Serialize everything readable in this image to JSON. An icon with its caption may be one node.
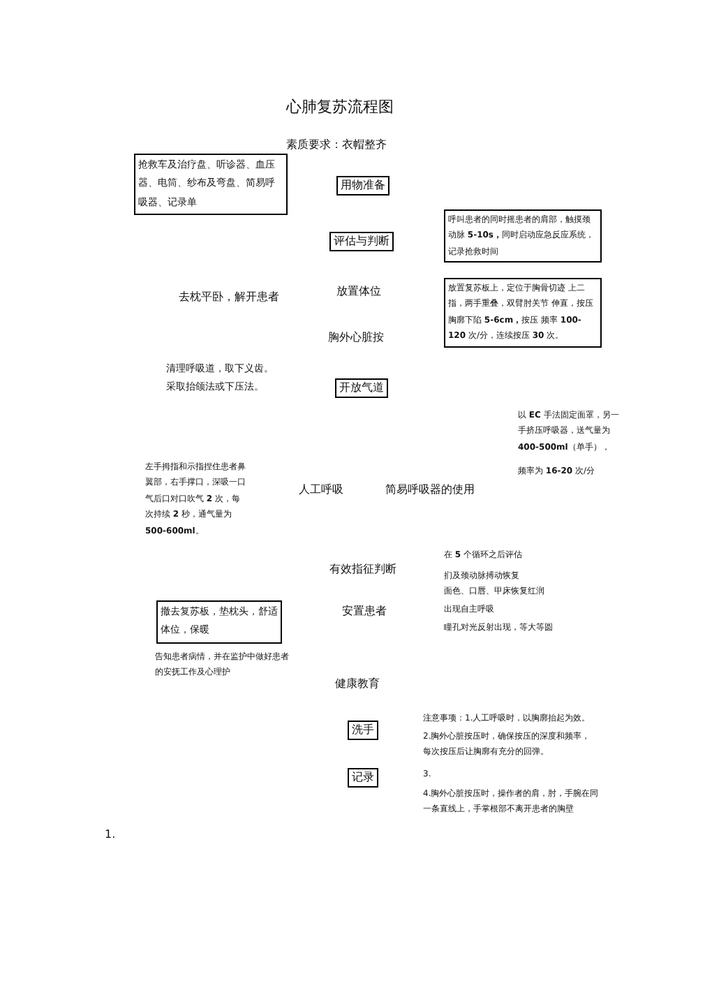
{
  "diagram": {
    "title": "心肺复苏流程图",
    "nodes": [
      {
        "text": [
          "抢救车及治疗盘、听诊器、血压器、电筒、纱布及弯盘、简易呼吸器、记录单"
        ]
      },
      {
        "text": [
          "用物准备"
        ]
      },
      {
        "text": [
          "呼叫患者的同时摇患者的肩部，触摸颈动脉 **5-10s，**同时启动应急反应系统，记录抢救时间"
        ]
      },
      {
        "text": [
          "评估与判断"
        ]
      },
      {
        "text": [
          "放置复苏板上，定位于胸骨切迹 上二指，两手重叠，双臂肘关节 伸直，按压胸廓下陷 **5-6cm，**按压 频率 **100-120** 次/分，连续按压 **30** 次。"
        ]
      },
      {
        "text": [
          "开放气道"
        ]
      },
      {
        "text": [
          "撤去复苏板，垫枕头，舒适体位，保暖"
        ]
      },
      {
        "text": [
          "洗手"
        ]
      },
      {
        "text": [
          "记录"
        ]
      }
    ],
    "labels": [
      "素质要求：衣帽整齐",
      "去枕平卧，解开患者",
      "放置体位",
      "胸外心脏按",
      "清理呼吸道，取下义齿。采取抬颌法或下压法。",
      "以 **EC** 手法固定面罩，另一手挤压呼吸器，送气量为 **400-500ml**（单手），",
      "频率为 **16-20** 次/分",
      "左手拇指和示指捏住患者鼻翼部，右手撑口，深吸一口气后口对口吹气 **2** 次，每次持续 **2** 秒，通气量为 **500-600ml**。",
      "人工呼吸",
      "简易呼吸器的使用",
      "在 **5** 个循环之后评估",
      "有效指征判断",
      "扪及颈动脉搏动恢复",
      "面色、口唇、甲床恢复红润",
      "安置患者",
      "出现自主呼吸",
      "瞳孔对光反射出现，等大等圆",
      "告知患者病情，并在监护中做好患者的安抚工作及心理护",
      "健康教育",
      "注意事项：1.人工呼吸时，以胸廓抬起为效。",
      "2.胸外心脏按压时，确保按压的深度和频率，每次按压后让胸廓有充分的回弹。",
      "3.",
      "4.胸外心脏按压时，操作者的肩，肘，手腕在同一条直线上，手掌根部不离开患者的胸壁",
      "1."
    ]
  }
}
